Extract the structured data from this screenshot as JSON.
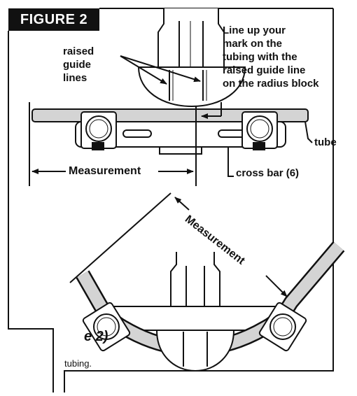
{
  "figure_title": "FIGURE 2",
  "labels": {
    "raised_guide_lines": "raised\nguide\nlines",
    "line_up_instruction": "Line up your\nmark on the\ntubing with the\nraised guide line\non the radius block",
    "tube": "tube",
    "cross_bar": "cross bar (6)",
    "measurement_top": "Measurement",
    "measurement_bottom": "Measurement"
  },
  "cut_off_text": {
    "heading_fragment": "e 2)",
    "body_fragment": "tubing."
  },
  "colors": {
    "ink": "#111111",
    "tube_fill": "#d4d4d4",
    "background": "#ffffff"
  }
}
